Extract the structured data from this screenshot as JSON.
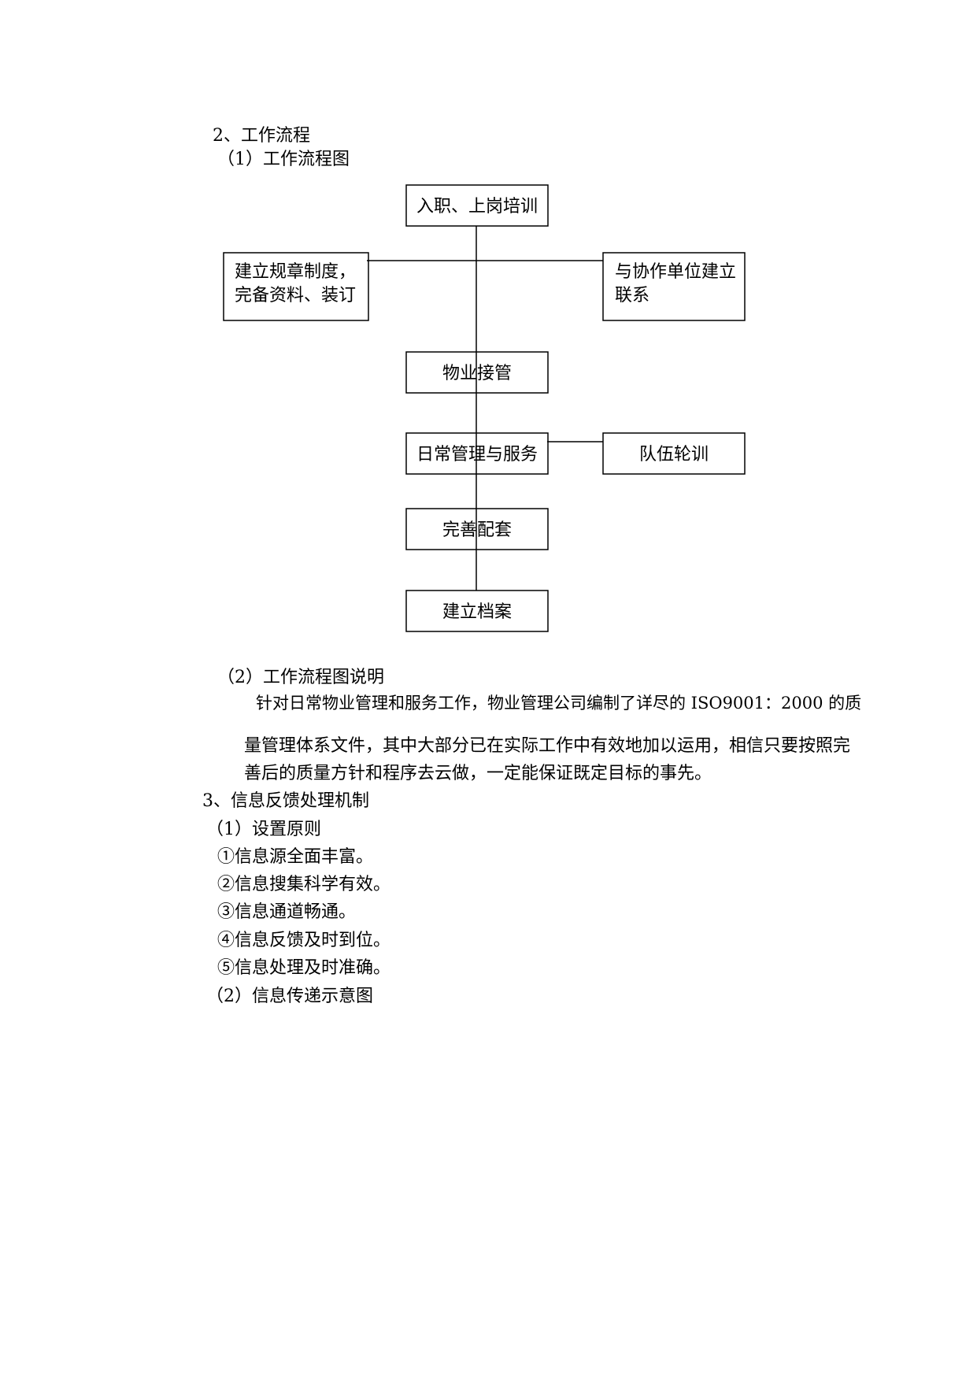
{
  "section2": {
    "heading": "2、工作流程",
    "sub1": "（1）工作流程图",
    "sub2": "（2）工作流程图说明",
    "para_line1": "针对日常物业管理和服务工作，物业管理公司编制了详尽的 ISO9001：2000 的质",
    "para_line2": "量管理体系文件，其中大部分已在实际工作中有效地加以运用，相信只要按照完",
    "para_line3": "善后的质量方针和程序去云做，一定能保证既定目标的事先。"
  },
  "flowchart": {
    "top": "入职、上岗培训",
    "left_line1": "建立规章制度，",
    "left_line2": "完备资料、装订",
    "right_line1": "与协作单位建立",
    "right_line2": "联系",
    "step2": "物业接管",
    "step3": "日常管理与服务",
    "side3": "队伍轮训",
    "step4": "完善配套",
    "step5": "建立档案"
  },
  "section3": {
    "heading": "3、信息反馈处理机制",
    "sub1": "（1）设置原则",
    "items": [
      "①信息源全面丰富。",
      "②信息搜集科学有效。",
      "③信息通道畅通。",
      "④信息反馈及时到位。",
      "⑤信息处理及时准确。"
    ],
    "sub2": "（2）信息传递示意图"
  }
}
